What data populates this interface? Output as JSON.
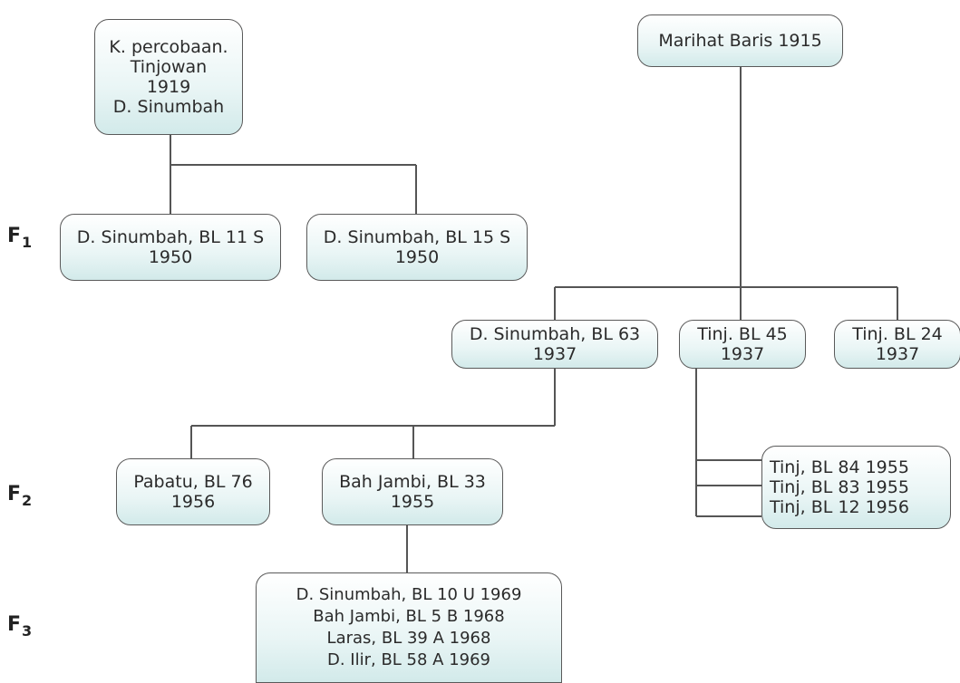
{
  "generations": {
    "f1": {
      "letter": "F",
      "index": "1"
    },
    "f2": {
      "letter": "F",
      "index": "2"
    },
    "f3": {
      "letter": "F",
      "index": "3"
    }
  },
  "nodes": {
    "tinjowan": {
      "lines": [
        "K. percobaan.",
        "Tinjowan",
        "1919",
        "D. Sinumbah"
      ]
    },
    "marihat": {
      "lines": [
        "Marihat Baris 1915"
      ]
    },
    "bl11s": {
      "lines": [
        "D. Sinumbah, BL 11 S",
        "1950"
      ]
    },
    "bl15s": {
      "lines": [
        "D. Sinumbah, BL 15 S",
        "1950"
      ]
    },
    "bl63": {
      "lines": [
        "D. Sinumbah, BL 63",
        "1937"
      ]
    },
    "bl45": {
      "lines": [
        "Tinj. BL 45",
        "1937"
      ]
    },
    "bl24": {
      "lines": [
        "Tinj. BL 24",
        "1937"
      ]
    },
    "bl76": {
      "lines": [
        "Pabatu, BL 76",
        "1956"
      ]
    },
    "bl33": {
      "lines": [
        "Bah Jambi, BL 33",
        "1955"
      ]
    },
    "tinjgroup": {
      "lines": [
        "Tinj, BL 84   1955",
        "Tinj, BL 83   1955",
        "Tinj, BL 12 1956"
      ]
    },
    "f3group": {
      "lines": [
        "D. Sinumbah, BL 10 U   1969",
        "Bah Jambi, BL 5 B   1968",
        "Laras, BL 39 A   1968",
        "D. Ilir, BL 58 A 1969"
      ]
    }
  }
}
